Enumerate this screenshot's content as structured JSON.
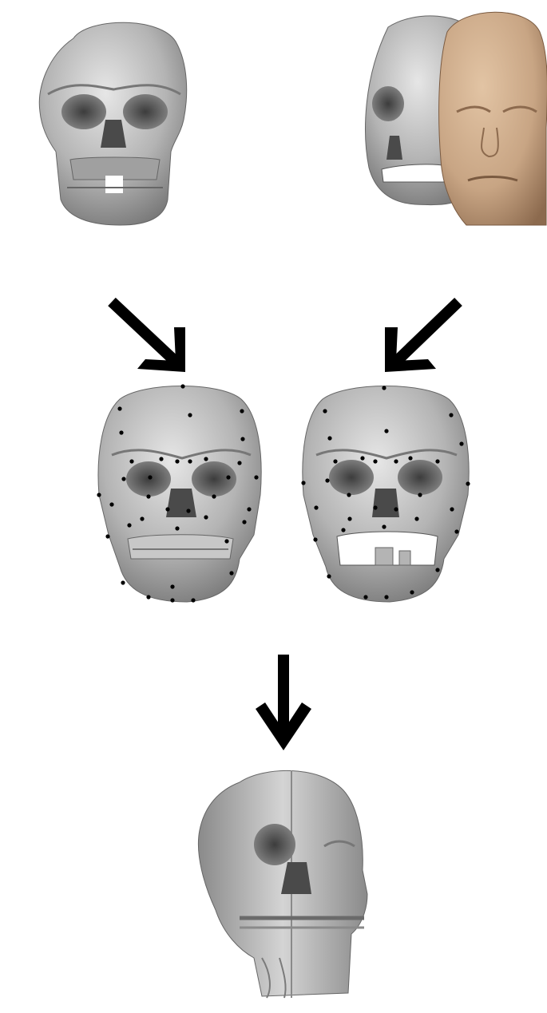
{
  "diagram": {
    "panels": [
      {
        "id": "source-skull",
        "kind": "skull-front"
      },
      {
        "id": "template-skull-and-face",
        "kind": "skull-with-face-skin"
      },
      {
        "id": "source-skull-landmarked",
        "kind": "skull-front-landmarks"
      },
      {
        "id": "template-skull-landmarked",
        "kind": "skull-front-landmarks"
      },
      {
        "id": "reconstruction-result",
        "kind": "half-skull-half-face"
      }
    ],
    "arrows": [
      {
        "from": "source-skull",
        "to": "source-skull-landmarked",
        "direction": "down-right"
      },
      {
        "from": "template-skull-and-face",
        "to": "template-skull-landmarked",
        "direction": "down-left"
      },
      {
        "from": "landmarked-pair",
        "to": "reconstruction-result",
        "direction": "down"
      }
    ],
    "colors": {
      "bone": "#b4b4b4",
      "bone_dark": "#5a5a5a",
      "skin": "#c8a584",
      "skin_dark": "#8c6a4e",
      "arrow": "#000000",
      "landmark": "#000000"
    }
  }
}
